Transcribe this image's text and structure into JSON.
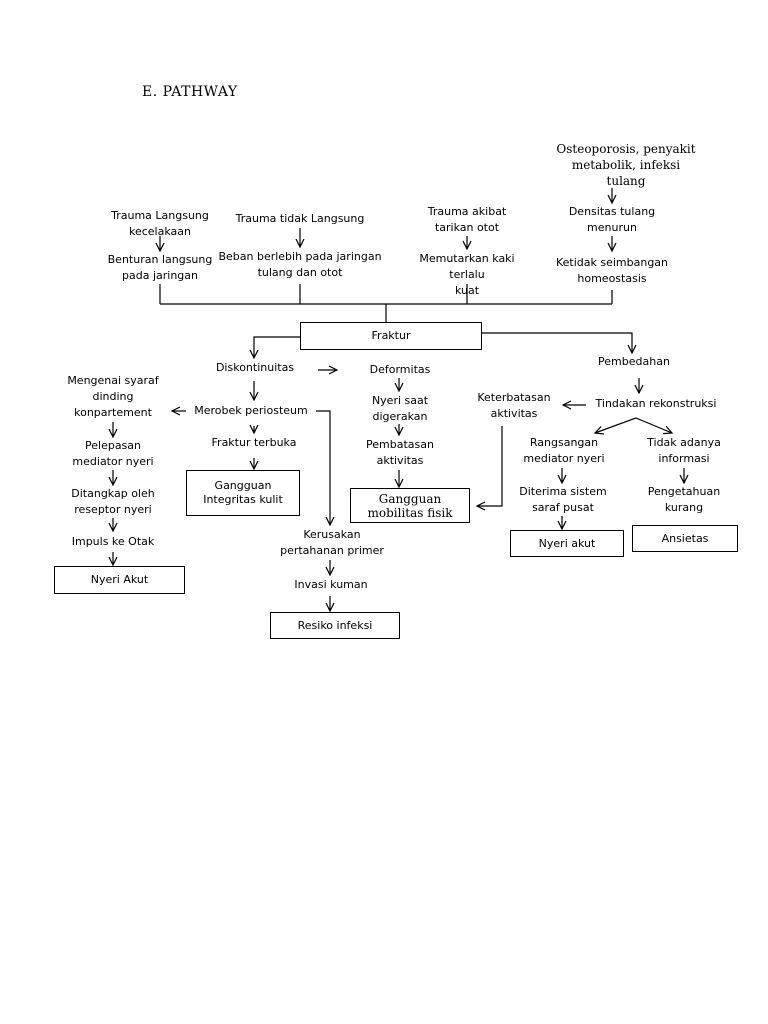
{
  "heading": "E.  PATHWAY",
  "nodes": {
    "osteoporosis": "Osteoporosis, penyakit\nmetabolik, infeksi\ntulang",
    "trauma_langsung": "Trauma Langsung\nkecelakaan",
    "trauma_tidak_langsung": "Trauma tidak Langsung",
    "trauma_tarikan": "Trauma akibat\ntarikan otot",
    "densitas": "Densitas tulang\nmenurun",
    "benturan": "Benturan langsung\npada jaringan",
    "beban": "Beban berlebih pada jaringan\ntulang dan otot",
    "memutarkan": "Memutarkan kaki terlalu\nkuat",
    "ketidak": "Ketidak seimbangan\nhomeostasis",
    "fraktur": "Fraktur",
    "diskontinuitas": "Diskontinuitas",
    "deformitas": "Deformitas",
    "pembedahan": "Pembedahan",
    "mengenai": "Mengenai syaraf\ndinding\nkonpartement",
    "merobek": "Merobek periosteum",
    "nyeri_saat": "Nyeri saat\ndigerakan",
    "keterbatasan": "Keterbatasan\naktivitas",
    "tindakan": "Tindakan rekonstruksi",
    "pelepasan": "Pelepasan\nmediator nyeri",
    "fraktur_terbuka": "Fraktur terbuka",
    "pembatasan": "Pembatasan\naktivitas",
    "rangsangan": "Rangsangan\nmediator nyeri",
    "tidak_adanya": "Tidak adanya\ninformasi",
    "ditangkap": "Ditangkap oleh\nreseptor nyeri",
    "gangguan_integritas": "Gangguan\nIntegritas kulit",
    "gangguan_mobilitas": "Gangguan\nmobilitas fisik",
    "diterima": "Diterima sistem\nsaraf pusat",
    "pengetahuan": "Pengetahuan\nkurang",
    "impuls": "Impuls ke Otak",
    "kerusakan": "Kerusakan\npertahanan primer",
    "nyeri_akut_right": "Nyeri akut",
    "ansietas": "Ansietas",
    "nyeri_akut_left": "Nyeri Akut",
    "invasi": "Invasi kuman",
    "resiko": "Resiko infeksi"
  }
}
